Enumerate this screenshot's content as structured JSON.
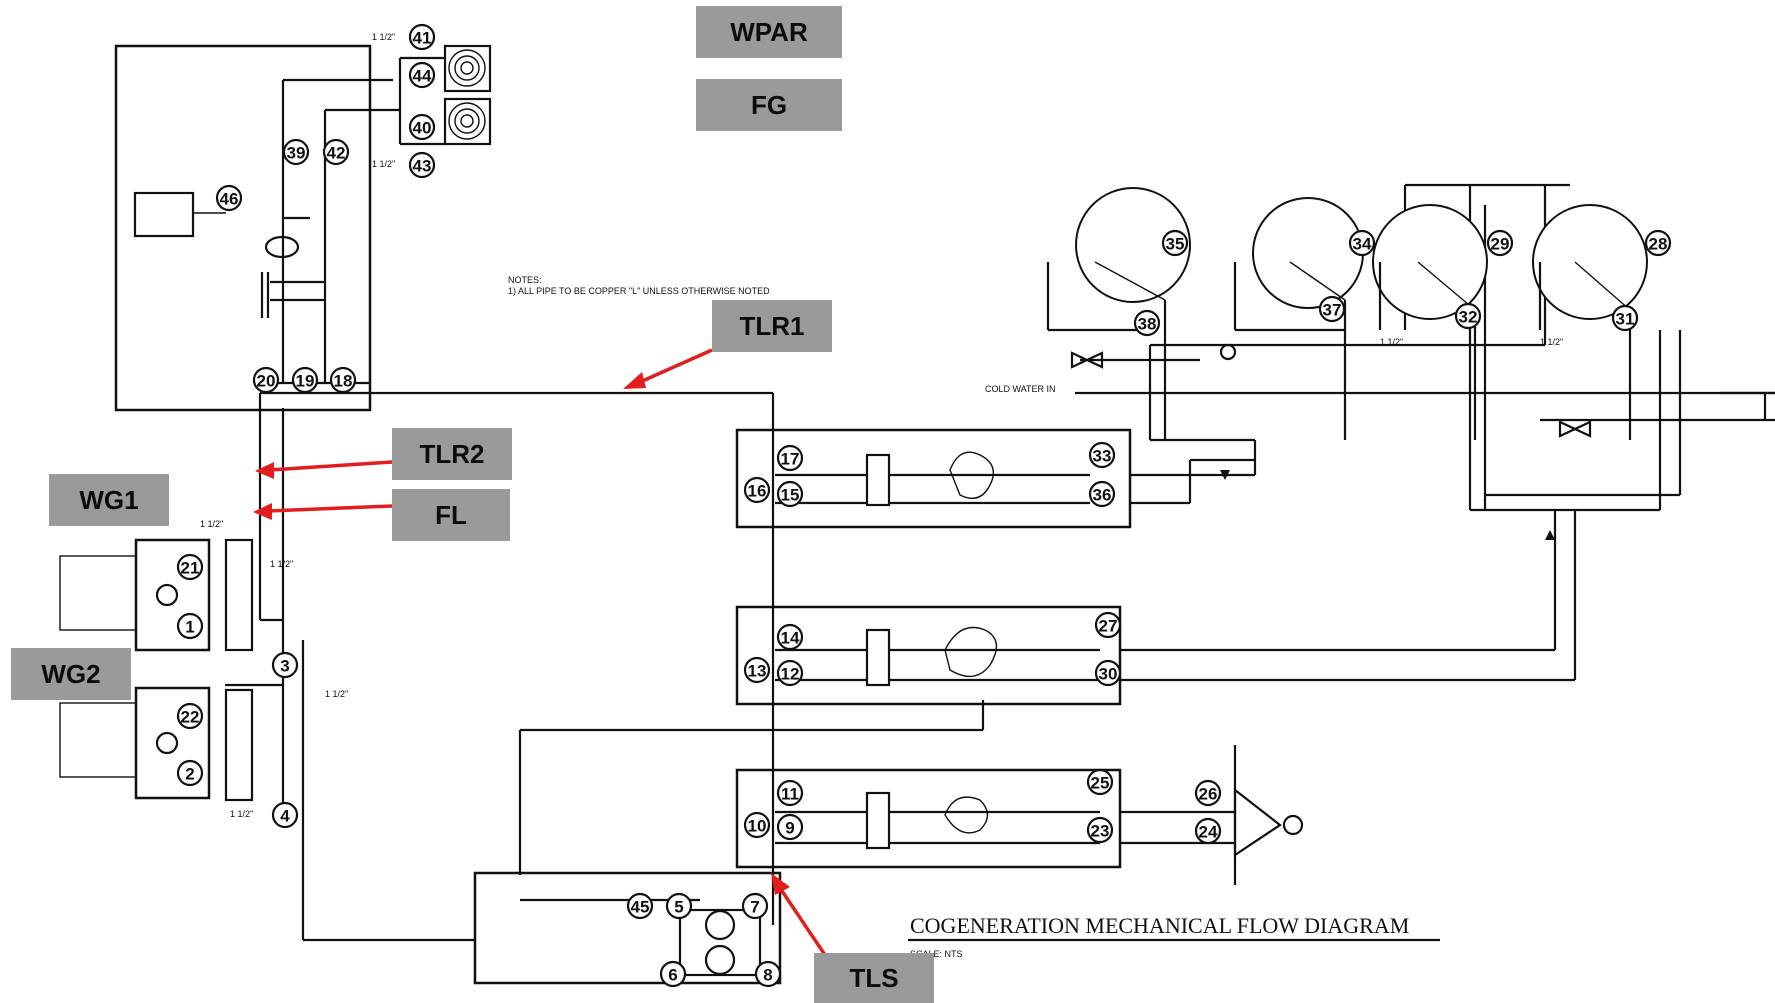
{
  "callouts": {
    "wpar": "WPAR",
    "fg": "FG",
    "tlr1": "TLR1",
    "tlr2": "TLR2",
    "fl": "FL",
    "wg1": "WG1",
    "wg2": "WG2",
    "tls": "TLS"
  },
  "diagram_title": "COGENERATION MECHANICAL FLOW DIAGRAM",
  "scale_note": "SCALE: NTS",
  "notes": "NOTES:\n1) ALL PIPE TO BE COPPER \"L\" UNLESS OTHERWISE NOTED",
  "pipe_sizes": {
    "top_a": "1 1/2\"",
    "top_b": "1 1/2\"",
    "left_a": "1 1/2\"",
    "left_b": "1 1/2\"",
    "left_c": "1 1/2\"",
    "left_d": "1 1/2\"",
    "right_a": "1 1/2\"",
    "right_b": "1 1/2\""
  },
  "line_labels": {
    "cold_water": "COLD WATER IN"
  },
  "node_numbers": [
    "41",
    "44",
    "40",
    "43",
    "39",
    "42",
    "46",
    "20",
    "19",
    "18",
    "21",
    "1",
    "3",
    "22",
    "2",
    "4",
    "17",
    "16",
    "15",
    "33",
    "36",
    "14",
    "13",
    "12",
    "27",
    "30",
    "11",
    "10",
    "9",
    "25",
    "23",
    "26",
    "24",
    "45",
    "5",
    "7",
    "6",
    "8",
    "35",
    "34",
    "29",
    "28",
    "38",
    "37",
    "32",
    "31"
  ],
  "colors": {
    "callout_bg": "#9a9a9a",
    "arrow": "#e31d1d",
    "line": "#111111"
  }
}
